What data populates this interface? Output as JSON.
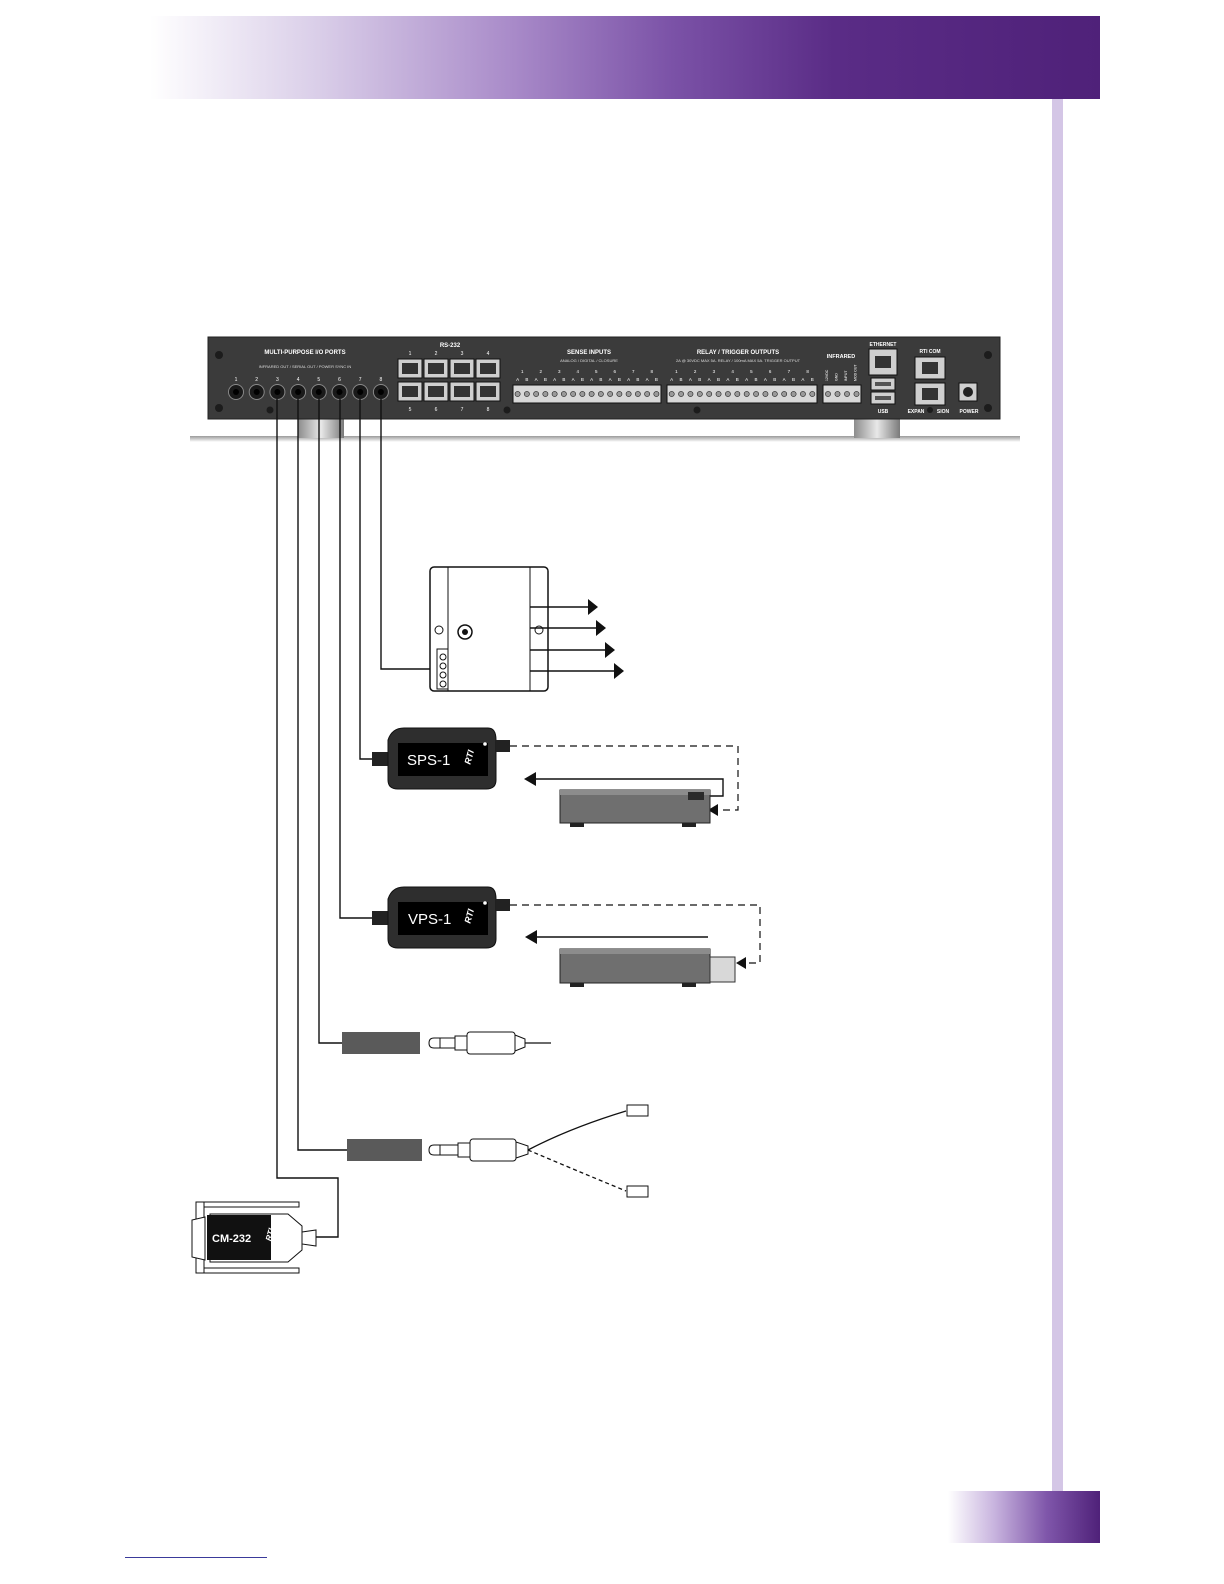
{
  "panel": {
    "multipurpose_title": "MULTI-PURPOSE I/O PORTS",
    "multipurpose_sub": "INFRARED OUT / SERIAL OUT / POWER SYNC IN",
    "port_numbers": [
      "1",
      "2",
      "3",
      "4",
      "5",
      "6",
      "7",
      "8"
    ],
    "rs232_title": "RS-232",
    "rs232_top": [
      "1",
      "2",
      "3",
      "4"
    ],
    "rs232_bottom": [
      "5",
      "6",
      "7",
      "8"
    ],
    "sense_title": "SENSE INPUTS",
    "sense_sub": "ANALOG / DIGITAL / CLOSURE",
    "relay_title": "RELAY / TRIGGER OUTPUTS",
    "relay_sub": "2A @ 30VDC MAX 5A. RELAY / 100mA MAX 5A. TRIGGER OUTPUT",
    "channel_numbers": [
      "1",
      "2",
      "3",
      "4",
      "5",
      "6",
      "7",
      "8"
    ],
    "channel_ab": [
      "A",
      "B"
    ],
    "infrared_title": "INFRARED",
    "infrared_labels": [
      "12VDC",
      "GND",
      "INPUT",
      "MOD OUT"
    ],
    "ethernet": "ETHERNET",
    "usb": "USB",
    "rticom": "RTI COM",
    "expansion_left": "EXPAN",
    "expansion_right": "SION",
    "power": "POWER"
  },
  "devices": {
    "sps": "SPS-1",
    "vps": "VPS-1",
    "cm": "CM-232",
    "brand": "RTI"
  },
  "colors": {
    "header_dark": "#4f2179",
    "sidebar": "#d4c6e6",
    "panel": "#3b3b3b",
    "device": "#2e2e2e"
  }
}
